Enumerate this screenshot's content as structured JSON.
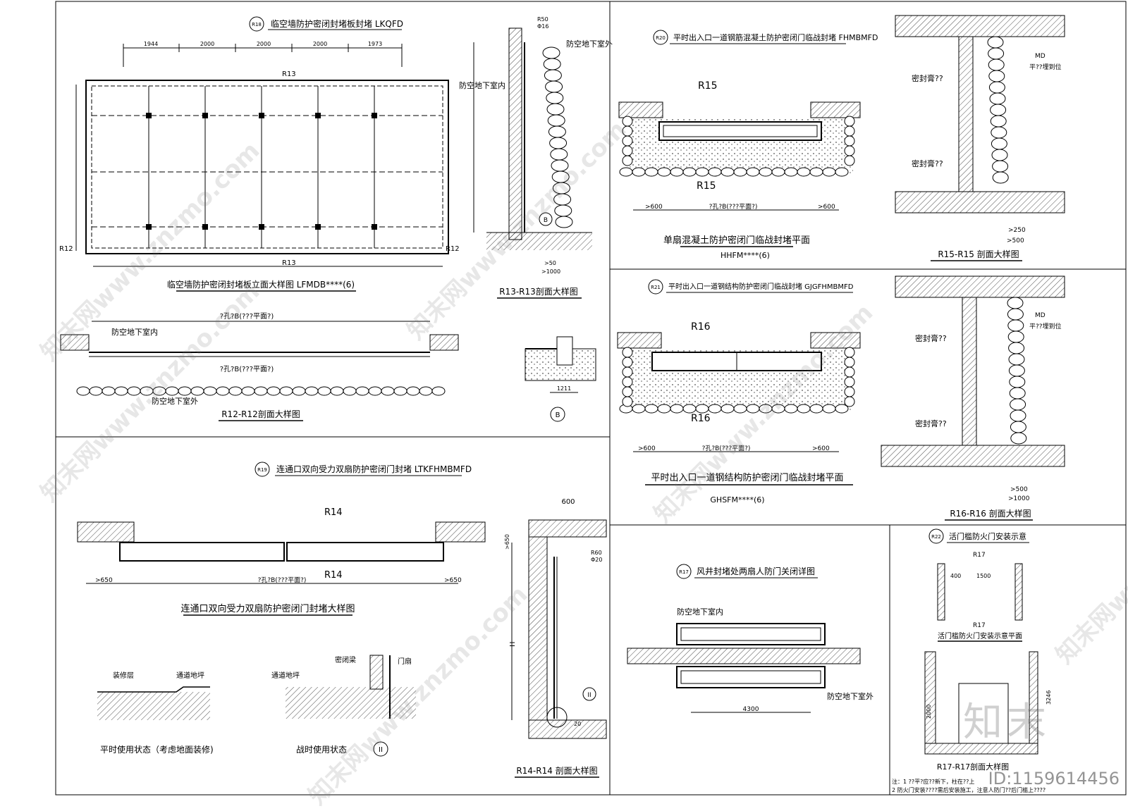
{
  "sections": {
    "r18": {
      "num": "R18",
      "title": "临空墙防护密闭封堵板封堵 LKQFD",
      "dims": [
        "1944",
        "2000",
        "2000",
        "2000",
        "1973"
      ],
      "cut": "R13",
      "side": "R12",
      "elev_caption": "临空墙防护密闭封堵板立面大样图 LFMDB****(6)",
      "r12_top": "?孔?B(???平面?)",
      "r12_bottom": "?孔?B(???平面?)",
      "inside": "防空地下室内",
      "outside": "防空地下室外",
      "r12_caption": "R12-R12剖面大样图"
    },
    "r13": {
      "caption": "R13-R13剖面大样图",
      "inside": "防空地下室内",
      "outside": "防空地下室外",
      "r50": "R50",
      "phi16": "Φ16",
      "dim1": ">50",
      "dim2": ">1000",
      "b": "B"
    },
    "detailB": {
      "label": "B",
      "dim": "1211"
    },
    "r20": {
      "num": "R20",
      "title": "平时出入口一道钢筋混凝土防护密闭门临战封堵 FHMBMFD",
      "cut": "R15",
      "d1": ">600",
      "d2": "?孔?B(???平面?)",
      "d3": ">600",
      "caption": "单扇混凝土防护密闭门临战封堵平面",
      "code": "HHFM****(6)"
    },
    "r15s": {
      "caption": "R15-R15 剖面大样图",
      "md": "MD",
      "note": "平??埋到位",
      "seal1": "密封膏??",
      "seal2": "密封膏??",
      "d1": ">250",
      "d2": ">500"
    },
    "r21": {
      "num": "R21",
      "title": "平时出入口一道钢结构防护密闭门临战封堵 GJGFHMBMFD",
      "cut": "R16",
      "d1": ">600",
      "d2": "?孔?B(???平面?)",
      "d3": ">600",
      "caption": "平时出入口一道钢结构防护密闭门临战封堵平面",
      "code": "GHSFM****(6)"
    },
    "r16s": {
      "caption": "R16-R16 剖面大样图",
      "md": "MD",
      "note": "平??埋到位",
      "seal1": "密封膏??",
      "seal2": "密封膏??",
      "d1": ">500",
      "d2": ">1000"
    },
    "r19": {
      "num": "R19",
      "title": "连通口双向受力双扇防护密闭门封堵 LTKFHMBMFD",
      "cut": "R14",
      "d1": ">650",
      "d2": "?孔?B(???平面?)",
      "d3": ">650",
      "caption": "连通口双向受力双扇防护密闭门封堵大样图",
      "s1_a": "装修层",
      "s1_b": "通道地坪",
      "s1_cap": "平时使用状态（考虑地面装修)",
      "s2_a": "通道地坪",
      "s2_b": "密闭梁",
      "s2_c": "门扇",
      "s2_cap": "战时使用状态",
      "s2_num": "II"
    },
    "r14s": {
      "caption": "R14-R14 剖面大样图",
      "d600": "600",
      "d650": ">650",
      "r60": "R60",
      "phi20": "Φ20",
      "h": "H",
      "d20": "20",
      "ii": "II"
    },
    "r17": {
      "num": "R17",
      "title": "风井封堵处两扇人防门关闭详图",
      "inside": "防空地下室内",
      "outside": "防空地下室外",
      "dim": "4300"
    },
    "r22": {
      "num": "R22",
      "title": "活门槛防火门安装示意",
      "r17": "R17",
      "d1": "400",
      "d2": "1500",
      "plan_caption": "活门槛防火门安装示意平面",
      "h1": "2000",
      "h2": "3246",
      "sec_caption": "R17-R17剖面大样图",
      "note": "注：1 ??平?应??新下，柱在??上",
      "note2": "2 防火门安装????需后安装施工，注意人防门??后门槛上????"
    }
  },
  "watermarks": [
    "知末网www.znzmo.com",
    "知末网www.znzmo.com",
    "知末网www.znzmo.com",
    "知末网www.znzmo.com",
    "知末网www.znzmo.com",
    "知末网www.znzmo.com"
  ],
  "brand": "知末",
  "image_id": "ID:1159614456"
}
